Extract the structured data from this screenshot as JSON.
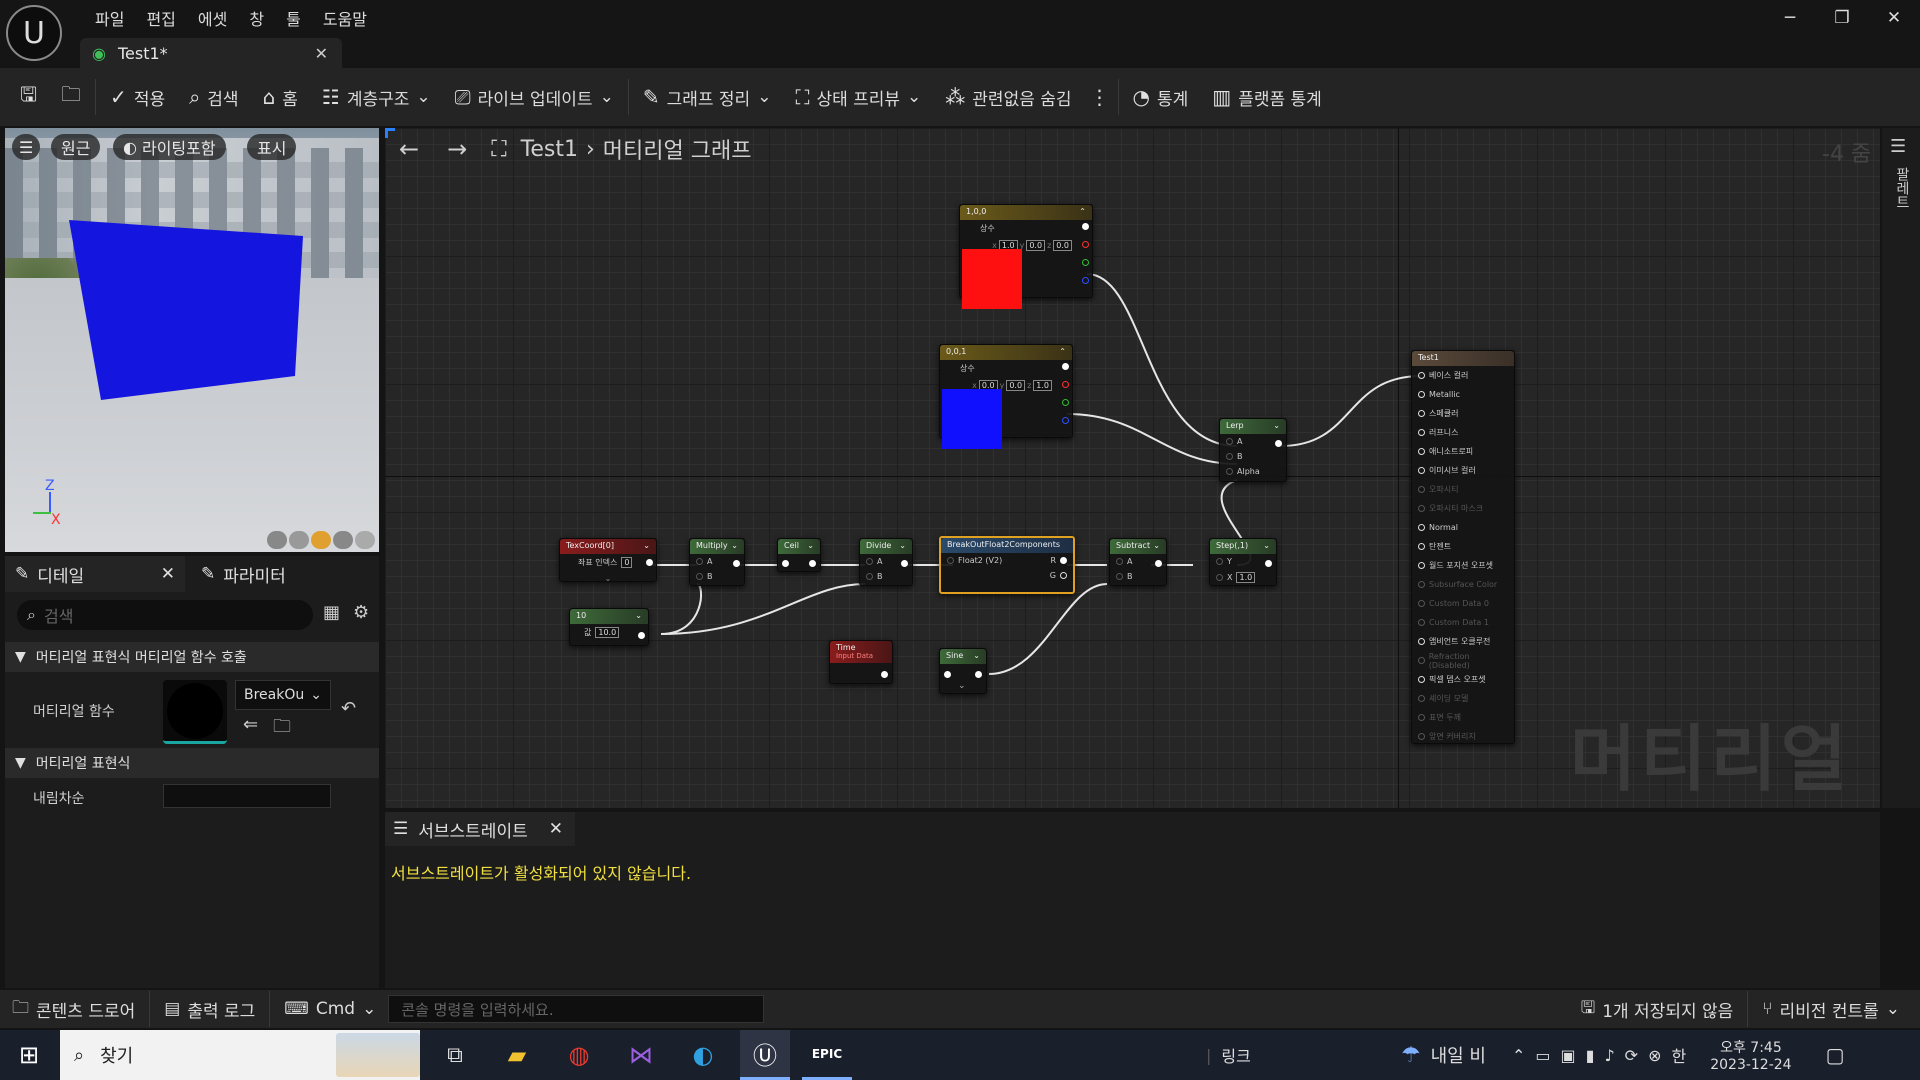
{
  "window": {
    "title": "Test1*",
    "min": "─",
    "restore": "❐",
    "close": "✕"
  },
  "menu": [
    "파일",
    "편집",
    "에셋",
    "창",
    "툴",
    "도움말"
  ],
  "toolbar": {
    "apply": "적용",
    "search": "검색",
    "home": "홈",
    "hierarchy": "계층구조",
    "live_update": "라이브 업데이트",
    "graph_cleanup": "그래프 정리",
    "state_preview": "상태 프리뷰",
    "hide_unrelated": "관련없음 숨김",
    "stats": "통계",
    "platform_stats": "플랫폼 통계"
  },
  "viewport": {
    "perspective": "원근",
    "lit": "라이팅포함",
    "show": "표시",
    "axis_z": "Z",
    "axis_x": "X",
    "cube_color": "#1515e0"
  },
  "details": {
    "tab": "디테일",
    "params_tab": "파라미터",
    "search_placeholder": "검색",
    "sec_function_call": "머티리얼 표현식 머티리얼 함수 호출",
    "material_function": "머티리얼 함수",
    "function_value": "BreakOu",
    "sec_expression": "머티리얼 표현식",
    "description": "내림차순"
  },
  "graph": {
    "breadcrumb_asset": "Test1",
    "breadcrumb_graph": "머티리얼 그래프",
    "zoom": "-4 줌",
    "watermark": "머티리얼",
    "palette": "팔레트"
  },
  "nodes": {
    "c1": {
      "title": "1,0,0",
      "label": "상수",
      "x": "1.0",
      "y": "0.0",
      "z": "0.0",
      "color": "#ff1010"
    },
    "c2": {
      "title": "0,0,1",
      "label": "상수",
      "x": "0.0",
      "y": "0.0",
      "z": "1.0",
      "color": "#1010ff"
    },
    "lerp": {
      "title": "Lerp",
      "a": "A",
      "b": "B",
      "alpha": "Alpha"
    },
    "texcoord": {
      "title": "TexCoord[0]",
      "label": "좌표 인덱스",
      "value": "0"
    },
    "ten": {
      "title": "10",
      "label": "값",
      "value": "10.0"
    },
    "multiply": {
      "title": "Multiply",
      "a": "A",
      "b": "B"
    },
    "ceil": {
      "title": "Ceil"
    },
    "divide": {
      "title": "Divide",
      "a": "A",
      "b": "B"
    },
    "breakout": {
      "title": "BreakOutFloat2Components",
      "in": "Float2 (V2)",
      "r": "R",
      "g": "G"
    },
    "subtract": {
      "title": "Subtract",
      "a": "A",
      "b": "B"
    },
    "step": {
      "title": "Step(,1)",
      "y": "Y",
      "x": "X",
      "xval": "1.0"
    },
    "time": {
      "title": "Time",
      "sub": "Input Data"
    },
    "sine": {
      "title": "Sine"
    },
    "result": {
      "title": "Test1",
      "pins": [
        "베이스 컬러",
        "Metallic",
        "스페큘러",
        "러프니스",
        "애니소트로피",
        "이미시브 컬러",
        "오파시티",
        "오파시티 마스크",
        "Normal",
        "탄젠트",
        "월드 포지션 오프셋",
        "Subsurface Color",
        "Custom Data 0",
        "Custom Data 1",
        "앰비언트 오클루전",
        "Refraction (Disabled)",
        "픽셀 뎁스 오프셋",
        "셰이딩 모델",
        "표면 두께",
        "앞면 커버리지"
      ],
      "active": [
        true,
        true,
        true,
        true,
        true,
        true,
        false,
        false,
        true,
        true,
        true,
        false,
        false,
        false,
        true,
        false,
        true,
        false,
        false,
        false
      ]
    }
  },
  "substrate": {
    "tab": "서브스트레이트",
    "message": "서브스트레이트가 활성화되어 있지 않습니다."
  },
  "bottombar": {
    "content_drawer": "콘텐츠 드로어",
    "output_log": "출력 로그",
    "cmd": "Cmd",
    "cmd_placeholder": "콘솔 명령을 입력하세요.",
    "unsaved": "1개 저장되지 않음",
    "revision": "리비전 컨트롤"
  },
  "taskbar": {
    "search": "찾기",
    "link": "링크",
    "weather": "내일 비",
    "ime": "한",
    "time": "오후 7:45",
    "date": "2023-12-24"
  }
}
